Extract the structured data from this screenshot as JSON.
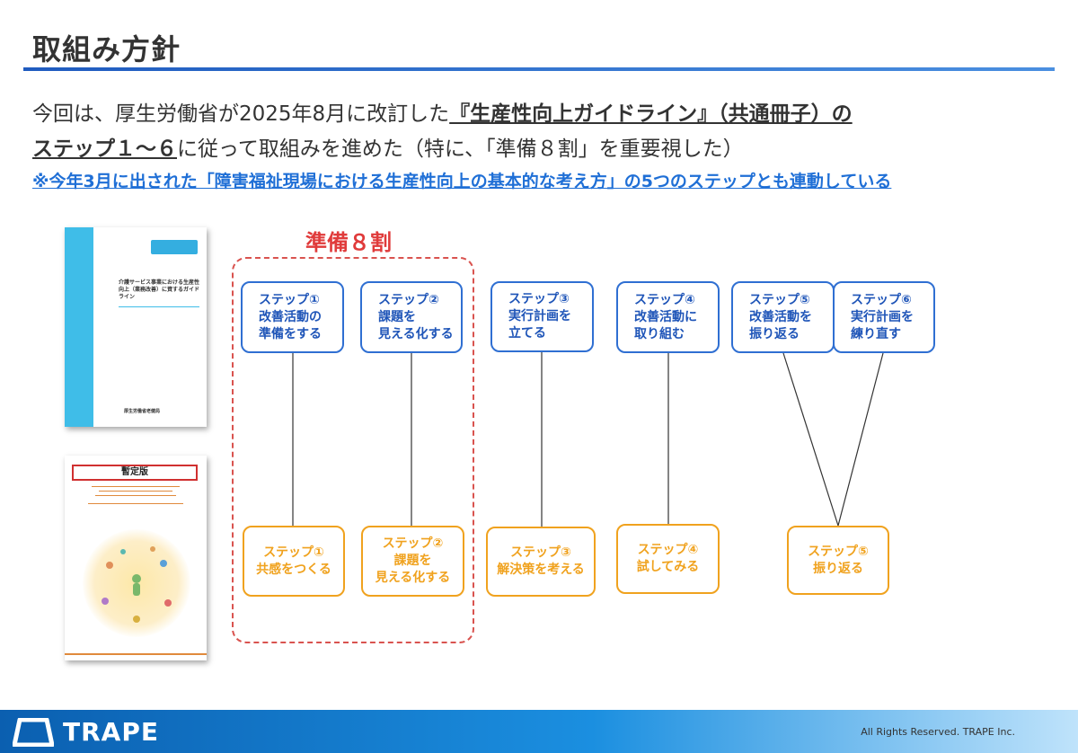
{
  "title": "取組み方針",
  "intro": {
    "line1_pre": "今回は、厚生労働省が2025年8月に改訂した",
    "line1_link": "『生産性向上ガイドライン』（共通冊子）の",
    "line2_link": "ステップ１～６",
    "line2_post": "に従って取組みを進めた（特に、「準備８割」を重要視した）",
    "note": "※今年3月に出された「障害福祉現場における生産性向上の基本的な考え方」の5つのステップとも連動している"
  },
  "books": {
    "guideline_title": "介護サービス事業における生産性向上（業務改善）に資するガイドライン",
    "guideline_publisher": "厚生労働省老健局",
    "provisional_label": "暫定版"
  },
  "preparation_label": "準備８割",
  "guideline_steps": [
    {
      "no": "ステップ①",
      "text1": "改善活動の",
      "text2": "準備をする"
    },
    {
      "no": "ステップ②",
      "text1": "課題を",
      "text2": "見える化する"
    },
    {
      "no": "ステップ③",
      "text1": "実行計画を",
      "text2": "立てる"
    },
    {
      "no": "ステップ④",
      "text1": "改善活動に",
      "text2": "取り組む"
    },
    {
      "no": "ステップ⑤",
      "text1": "改善活動を",
      "text2": "振り返る"
    },
    {
      "no": "ステップ⑥",
      "text1": "実行計画を",
      "text2": "練り直す"
    }
  ],
  "welfare_steps": [
    {
      "no": "ステップ①",
      "text1": "共感をつくる"
    },
    {
      "no": "ステップ②",
      "text1": "課題を",
      "text2": "見える化する"
    },
    {
      "no": "ステップ③",
      "text1": "解決策を考える"
    },
    {
      "no": "ステップ④",
      "text1": "試してみる"
    },
    {
      "no": "ステップ⑤",
      "text1": "振り返る"
    }
  ],
  "footer": {
    "logo": "TRAPE",
    "copyright": "All Rights Reserved. TRAPE Inc."
  },
  "colors": {
    "accent_blue": "#2f6fd2",
    "accent_orange": "#f0a21e",
    "accent_red": "#e03b3b"
  }
}
